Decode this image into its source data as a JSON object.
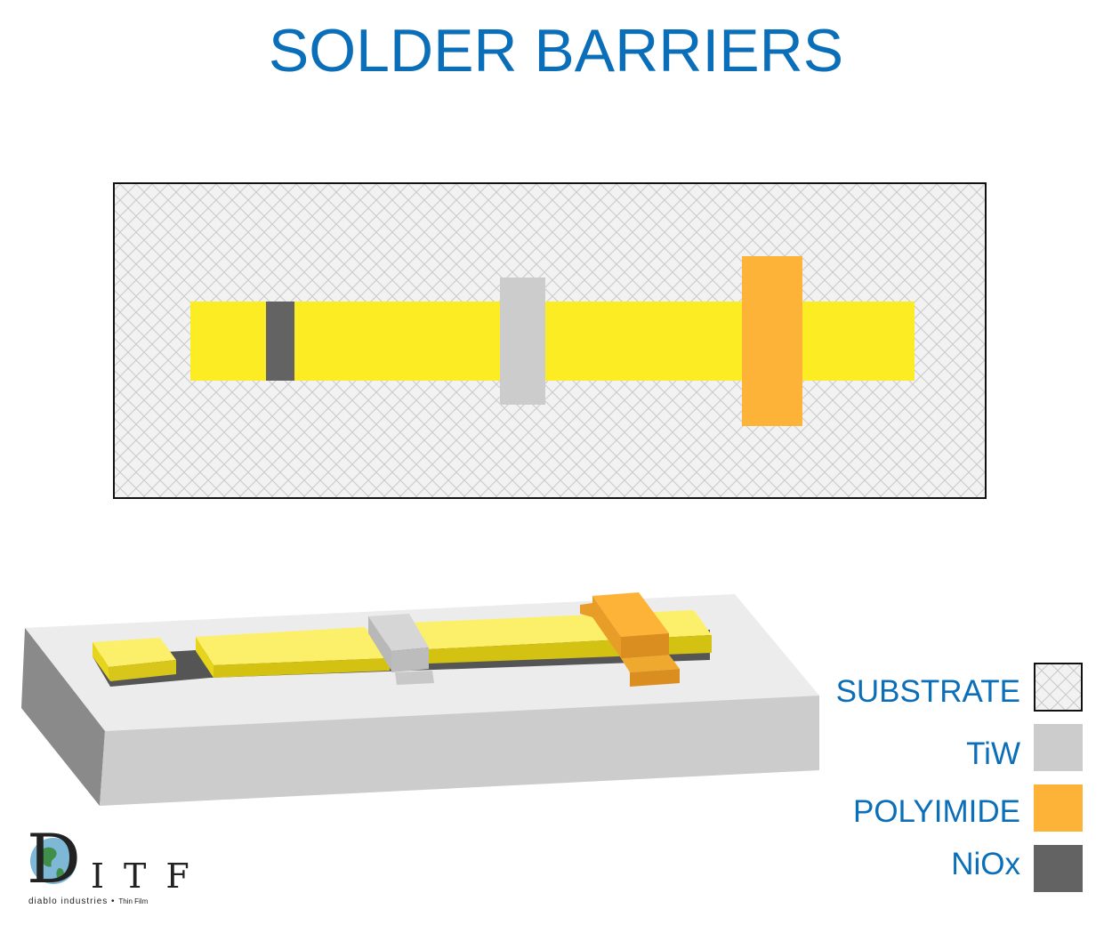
{
  "title": "SOLDER BARRIERS",
  "legend": [
    {
      "label": "SUBSTRATE",
      "swatch": "substrate"
    },
    {
      "label": "TiW",
      "color": "#cccccc"
    },
    {
      "label": "POLYIMIDE",
      "color": "#fdb338"
    },
    {
      "label": "NiOx",
      "color": "#636363"
    }
  ],
  "logo": {
    "initial": "D",
    "letters": "ITF",
    "subtitle_main": "diablo industries",
    "subtitle_bullet": "•",
    "subtitle_minor": "Thin Film"
  },
  "colors": {
    "title": "#0a6fb8",
    "conductor": "#fcec23",
    "tiw": "#cccccc",
    "polyimide": "#fdb338",
    "niox": "#636363",
    "substrate": "#f2f2f2"
  }
}
